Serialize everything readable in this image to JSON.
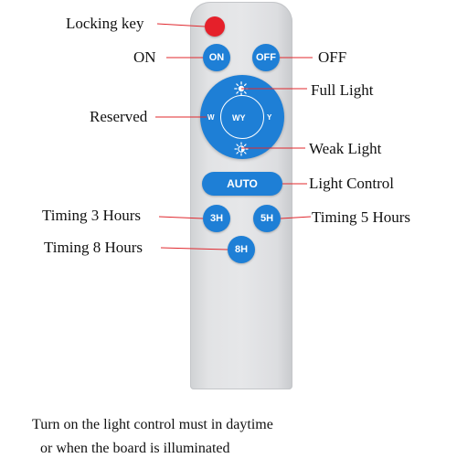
{
  "remote": {
    "buttons": {
      "on": "ON",
      "off": "OFF",
      "dial_left": "W",
      "dial_center": "WY",
      "dial_right": "Y",
      "auto": "AUTO",
      "timer_3h": "3H",
      "timer_5h": "5H",
      "timer_8h": "8H"
    },
    "colors": {
      "button_blue": "#1e7fd6",
      "lock_red": "#e5202a",
      "leader_red": "#e0282e",
      "body_gray": "#e2e3e5"
    }
  },
  "labels": {
    "locking_key": "Locking key",
    "on": "ON",
    "off": "OFF",
    "full_light": "Full Light",
    "reserved": "Reserved",
    "weak_light": "Weak Light",
    "light_control": "Light  Control",
    "timing_3": "Timing 3 Hours",
    "timing_5": "Timing 5 Hours",
    "timing_8": "Timing 8 Hours"
  },
  "note": {
    "line1": "Turn on the light control must in daytime",
    "line2": "or when the board is illuminated"
  }
}
